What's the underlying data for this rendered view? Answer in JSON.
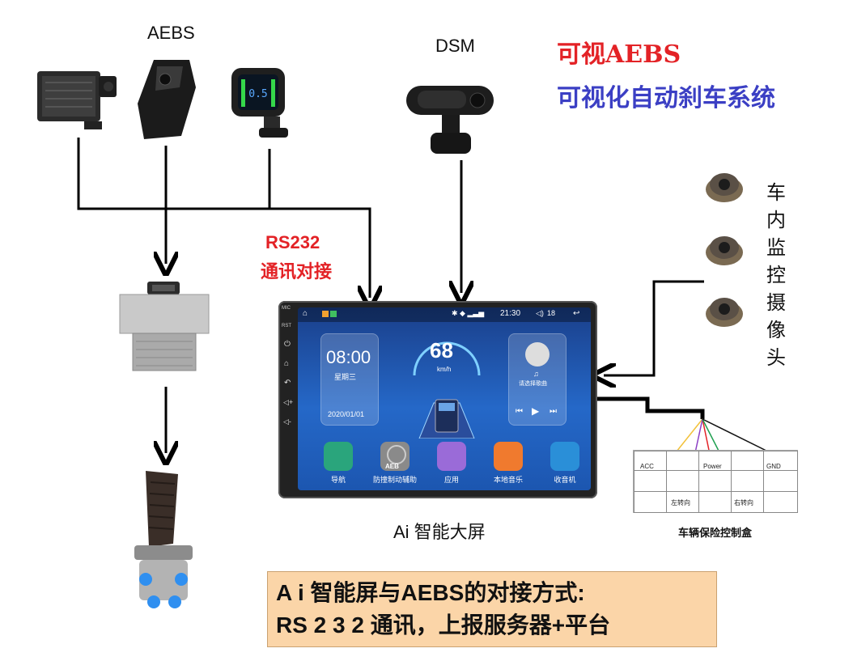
{
  "labels": {
    "aebs": "AEBS",
    "dsm": "DSM",
    "title_red": "可视AEBS",
    "title_blue": "可视化自动刹车系统",
    "rs232": "RS232",
    "rs232_sub": "通讯对接",
    "camera_vertical": "车内监控摄像头",
    "screen_caption": "Ai 智能大屏",
    "control_box_caption": "车辆保险控制盒"
  },
  "note": {
    "line1": "A i 智能屏与AEBS的对接方式:",
    "line2": "RS 2 3 2 通讯，上报服务器+平台"
  },
  "screen": {
    "status_left": "MIC",
    "status_rst": "RST",
    "time_status": "21:30",
    "volume": "18",
    "clock": "08:00",
    "weekday": "星期三",
    "date": "2020/01/01",
    "speed": "68",
    "speed_unit": "km/h",
    "music_title": "请选择歌曲",
    "apps": [
      {
        "label": "导航",
        "color": "#2aa57c"
      },
      {
        "label": "防撞制动辅助",
        "color": "#8a8a8a"
      },
      {
        "label": "应用",
        "color": "#9a6bd8"
      },
      {
        "label": "本地音乐",
        "color": "#f07a2e"
      },
      {
        "label": "收音机",
        "color": "#2a8fd8"
      }
    ],
    "aeb_icon_text": "AEB"
  },
  "control_box": {
    "acc": "ACC",
    "power": "Power",
    "gnd": "GND",
    "left_turn": "左转向",
    "right_turn": "右转向"
  },
  "colors": {
    "title_red": "#e32226",
    "title_blue": "#3b3fc4",
    "note_bg": "#fbd5a8"
  }
}
